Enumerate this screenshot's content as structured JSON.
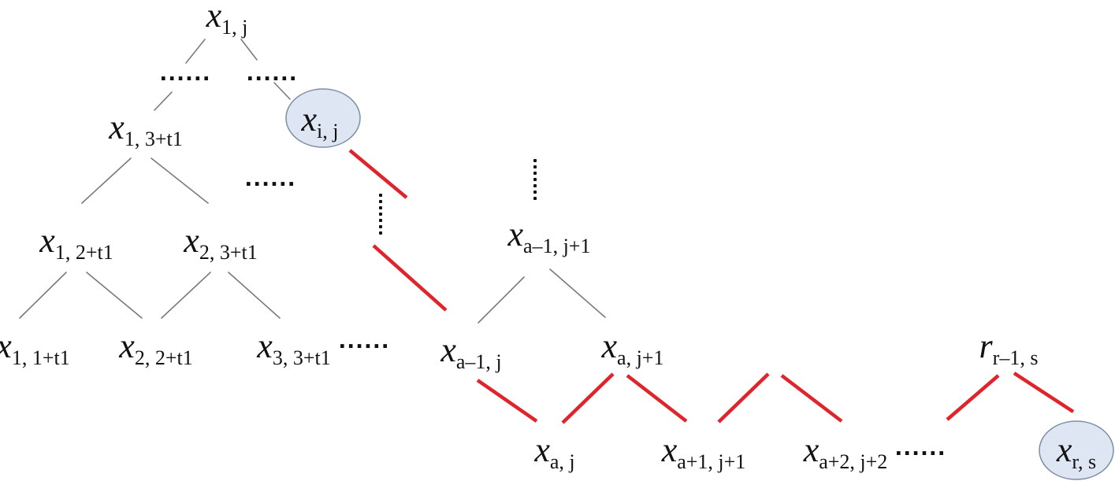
{
  "nodes": [
    {
      "id": "x1j",
      "main": "x",
      "sub": "1, j"
    },
    {
      "id": "x13t",
      "main": "x",
      "sub": "1, 3+t1"
    },
    {
      "id": "xij",
      "main": "x",
      "sub": "i, j",
      "highlight": true
    },
    {
      "id": "x12t",
      "main": "x",
      "sub": "1, 2+t1"
    },
    {
      "id": "x23t",
      "main": "x",
      "sub": "2, 3+t1"
    },
    {
      "id": "xam1jp1",
      "main": "x",
      "sub": "a–1, j+1"
    },
    {
      "id": "x11t",
      "main": "x",
      "sub": "1, 1+t1"
    },
    {
      "id": "x22t",
      "main": "x",
      "sub": "2, 2+t1"
    },
    {
      "id": "x33t",
      "main": "x",
      "sub": "3, 3+t1"
    },
    {
      "id": "xam1j",
      "main": "x",
      "sub": "a–1, j"
    },
    {
      "id": "xajp1",
      "main": "x",
      "sub": "a, j+1"
    },
    {
      "id": "rrm1s",
      "main": "r",
      "sub": "r–1, s"
    },
    {
      "id": "xaj",
      "main": "x",
      "sub": "a, j"
    },
    {
      "id": "xap1jp1",
      "main": "x",
      "sub": "a+1, j+1"
    },
    {
      "id": "xap2jp2",
      "main": "x",
      "sub": "a+2, j+2"
    },
    {
      "id": "xrs",
      "main": "x",
      "sub": "r, s",
      "highlight": true
    }
  ],
  "ellipsis": "......",
  "colors": {
    "path": "#e0242b",
    "edge": "#7a7a7a",
    "highlight_fill": "#dde6f2",
    "highlight_stroke": "#7f8ea3",
    "text": "#111111"
  }
}
